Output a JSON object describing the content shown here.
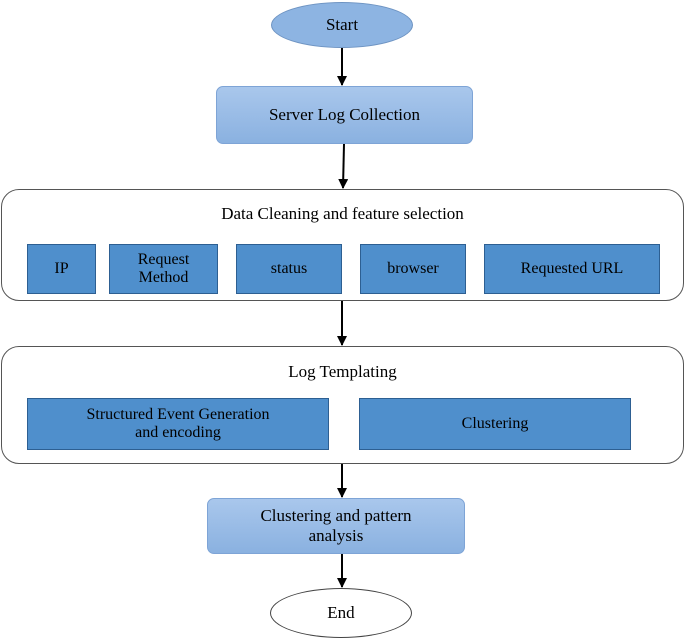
{
  "start": "Start",
  "server_log": "Server Log Collection",
  "cleaning": {
    "title": "Data Cleaning and feature selection",
    "features": [
      "IP",
      "Request\nMethod",
      "status",
      "browser",
      "Requested URL"
    ]
  },
  "templating": {
    "title": "Log Templating",
    "items": [
      "Structured Event Generation\nand encoding",
      "Clustering"
    ]
  },
  "analysis": "Clustering and pattern\nanalysis",
  "end": "End",
  "colors": {
    "start_fill": "#8db4e2",
    "step_fill": "#9ebfe8",
    "feature_fill": "#4f8fcc",
    "feature_border": "#2d5f92"
  }
}
